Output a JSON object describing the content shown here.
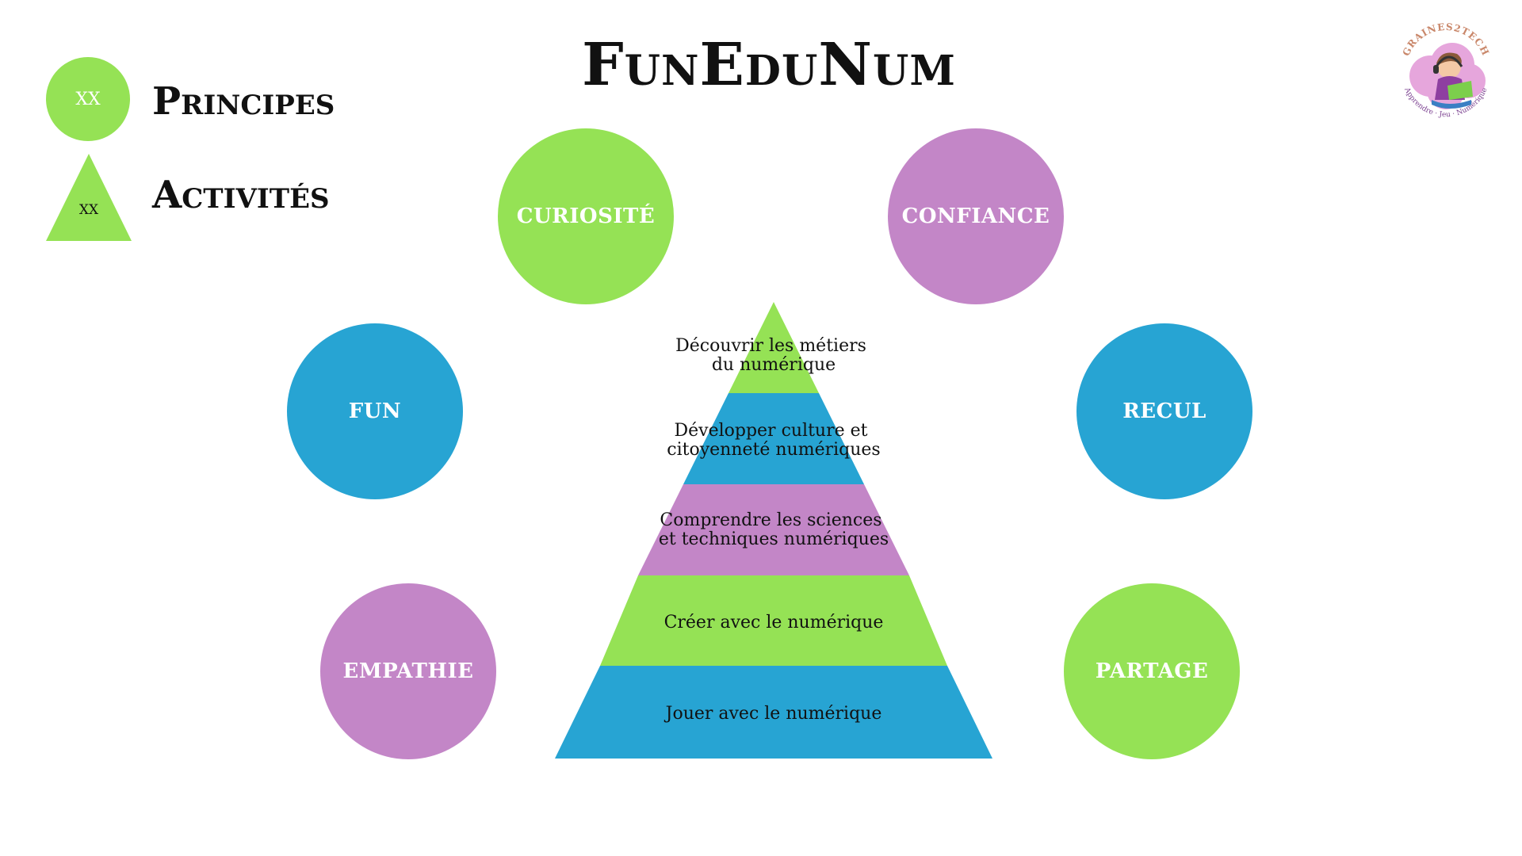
{
  "title": "FunEduNum",
  "legend": {
    "circle_sample": "XX",
    "circle_label": "Principes",
    "triangle_sample": "XX",
    "triangle_label": "Activités"
  },
  "principles": [
    {
      "label": "CURIOSITÉ",
      "color": "#95e255"
    },
    {
      "label": "CONFIANCE",
      "color": "#c386c7"
    },
    {
      "label": "FUN",
      "color": "#27a4d3"
    },
    {
      "label": "RECUL",
      "color": "#27a4d3"
    },
    {
      "label": "EMPATHIE",
      "color": "#c386c7"
    },
    {
      "label": "PARTAGE",
      "color": "#95e255"
    }
  ],
  "activities": [
    {
      "lines": [
        "Découvrir les métiers",
        "du numérique"
      ],
      "color": "#95e255"
    },
    {
      "lines": [
        "Développer culture et",
        "citoyenneté numériques"
      ],
      "color": "#27a4d3"
    },
    {
      "lines": [
        "Comprendre les sciences",
        "et techniques numériques"
      ],
      "color": "#c386c7"
    },
    {
      "lines": [
        "Créer avec le numérique"
      ],
      "color": "#95e255"
    },
    {
      "lines": [
        "Jouer avec le numérique"
      ],
      "color": "#27a4d3"
    }
  ],
  "logo": {
    "brand": "GRAINES2TECH",
    "tagline": "Apprendre · Jeu · Numérique",
    "icon": "kid-with-laptop-logo"
  },
  "colors": {
    "green": "#95e255",
    "purple": "#c386c7",
    "blue": "#27a4d3"
  }
}
